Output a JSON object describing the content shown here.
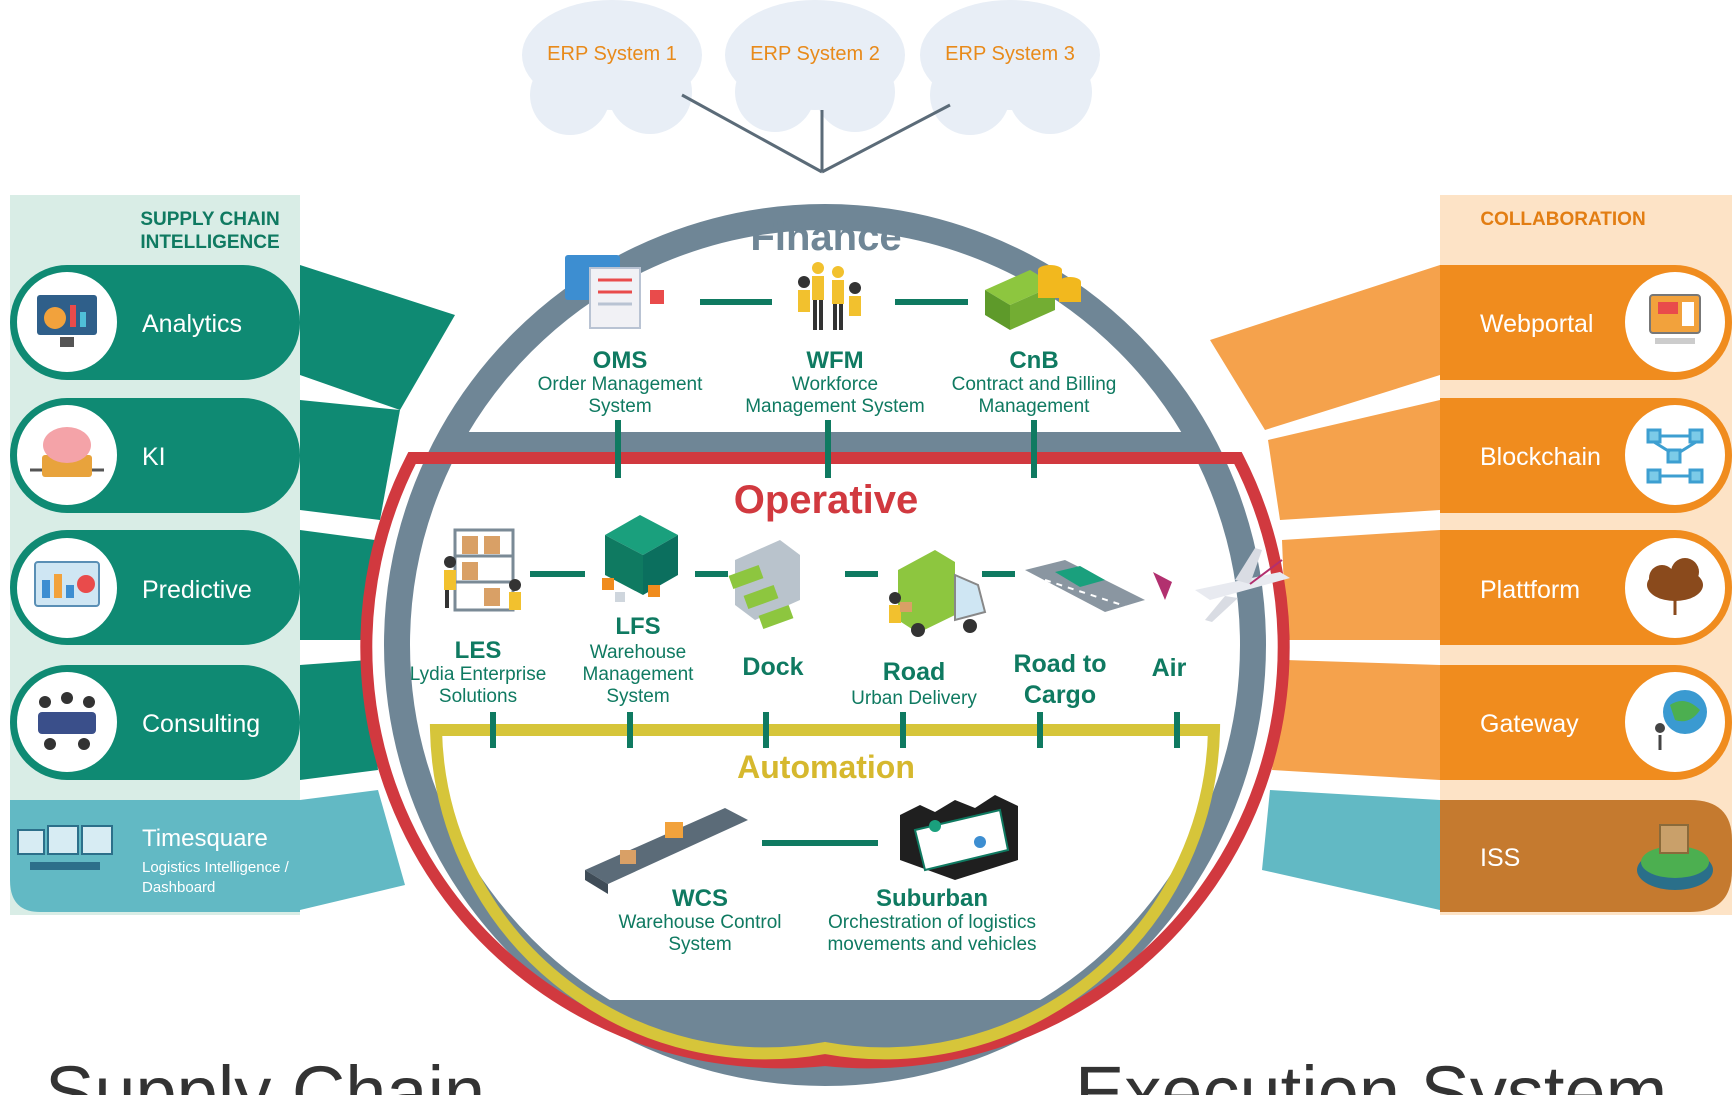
{
  "erp": [
    "ERP System 1",
    "ERP System 2",
    "ERP System 3"
  ],
  "left_panel": {
    "title_line1": "SUPPLY CHAIN",
    "title_line2": "INTELLIGENCE",
    "items": [
      {
        "label": "Analytics",
        "icon": "analytics-monitor-icon"
      },
      {
        "label": "KI",
        "icon": "ai-brain-chip-icon"
      },
      {
        "label": "Predictive",
        "icon": "predictive-dashboard-icon"
      },
      {
        "label": "Consulting",
        "icon": "consulting-meeting-icon"
      }
    ],
    "timesquare": {
      "label": "Timesquare",
      "sub_line1": "Logistics Intelligence /",
      "sub_line2": "Dashboard",
      "icon": "control-room-screens-icon"
    }
  },
  "right_panel": {
    "title": "COLLABORATION",
    "items": [
      {
        "label": "Webportal",
        "icon": "web-computer-icon"
      },
      {
        "label": "Blockchain",
        "icon": "blockchain-network-icon"
      },
      {
        "label": "Plattform",
        "icon": "cloud-platform-icon"
      },
      {
        "label": "Gateway",
        "icon": "globe-gateway-icon"
      }
    ],
    "iss": {
      "label": "ISS",
      "icon": "globe-package-icon"
    }
  },
  "finance": {
    "title": "Finance",
    "modules": [
      {
        "name": "OMS",
        "desc1": "Order Management",
        "desc2": "System",
        "icon": "order-documents-icon"
      },
      {
        "name": "WFM",
        "desc1": "Workforce",
        "desc2": "Management System",
        "icon": "workforce-people-icon"
      },
      {
        "name": "CnB",
        "desc1": "Contract and Billing",
        "desc2": "Management",
        "icon": "money-coins-icon"
      }
    ]
  },
  "operative": {
    "title": "Operative",
    "modules": [
      {
        "name": "LES",
        "desc1": "Lydia Enterprise",
        "desc2": "Solutions",
        "icon": "warehouse-shelves-icon"
      },
      {
        "name": "LFS",
        "desc1": "Warehouse",
        "desc2": "Management",
        "desc3": "System",
        "icon": "warehouse-box-icon"
      },
      {
        "name": "Dock",
        "icon": "loading-dock-trucks-icon"
      },
      {
        "name": "Road",
        "desc1": "Urban Delivery",
        "icon": "delivery-truck-icon"
      },
      {
        "name1": "Road to",
        "name2": "Cargo",
        "icon": "cargo-truck-road-icon"
      },
      {
        "name": "Air",
        "icon": "airplane-icon"
      }
    ]
  },
  "automation": {
    "title": "Automation",
    "modules": [
      {
        "name": "WCS",
        "desc1": "Warehouse Control",
        "desc2": "System",
        "icon": "conveyor-belt-icon"
      },
      {
        "name": "Suburban",
        "desc1": "Orchestration of logistics",
        "desc2": "movements and vehicles",
        "icon": "factory-location-icon"
      }
    ]
  },
  "footer": {
    "left": "Supply Chain",
    "right": "Execution System"
  },
  "colors": {
    "teal": "#0f8a73",
    "teal_dark": "#0b6f5e",
    "light_teal": "#d9ede6",
    "cyan": "#62b9c4",
    "orange": "#f08c1e",
    "orange_dark": "#e27d12",
    "light_orange": "#fde3c6",
    "brown": "#c57a2f",
    "gray_ring": "#6f8696",
    "red": "#d1393f",
    "yellow": "#d6c53a",
    "green_text": "#0f7a61",
    "orange_text": "#e88a1a"
  }
}
